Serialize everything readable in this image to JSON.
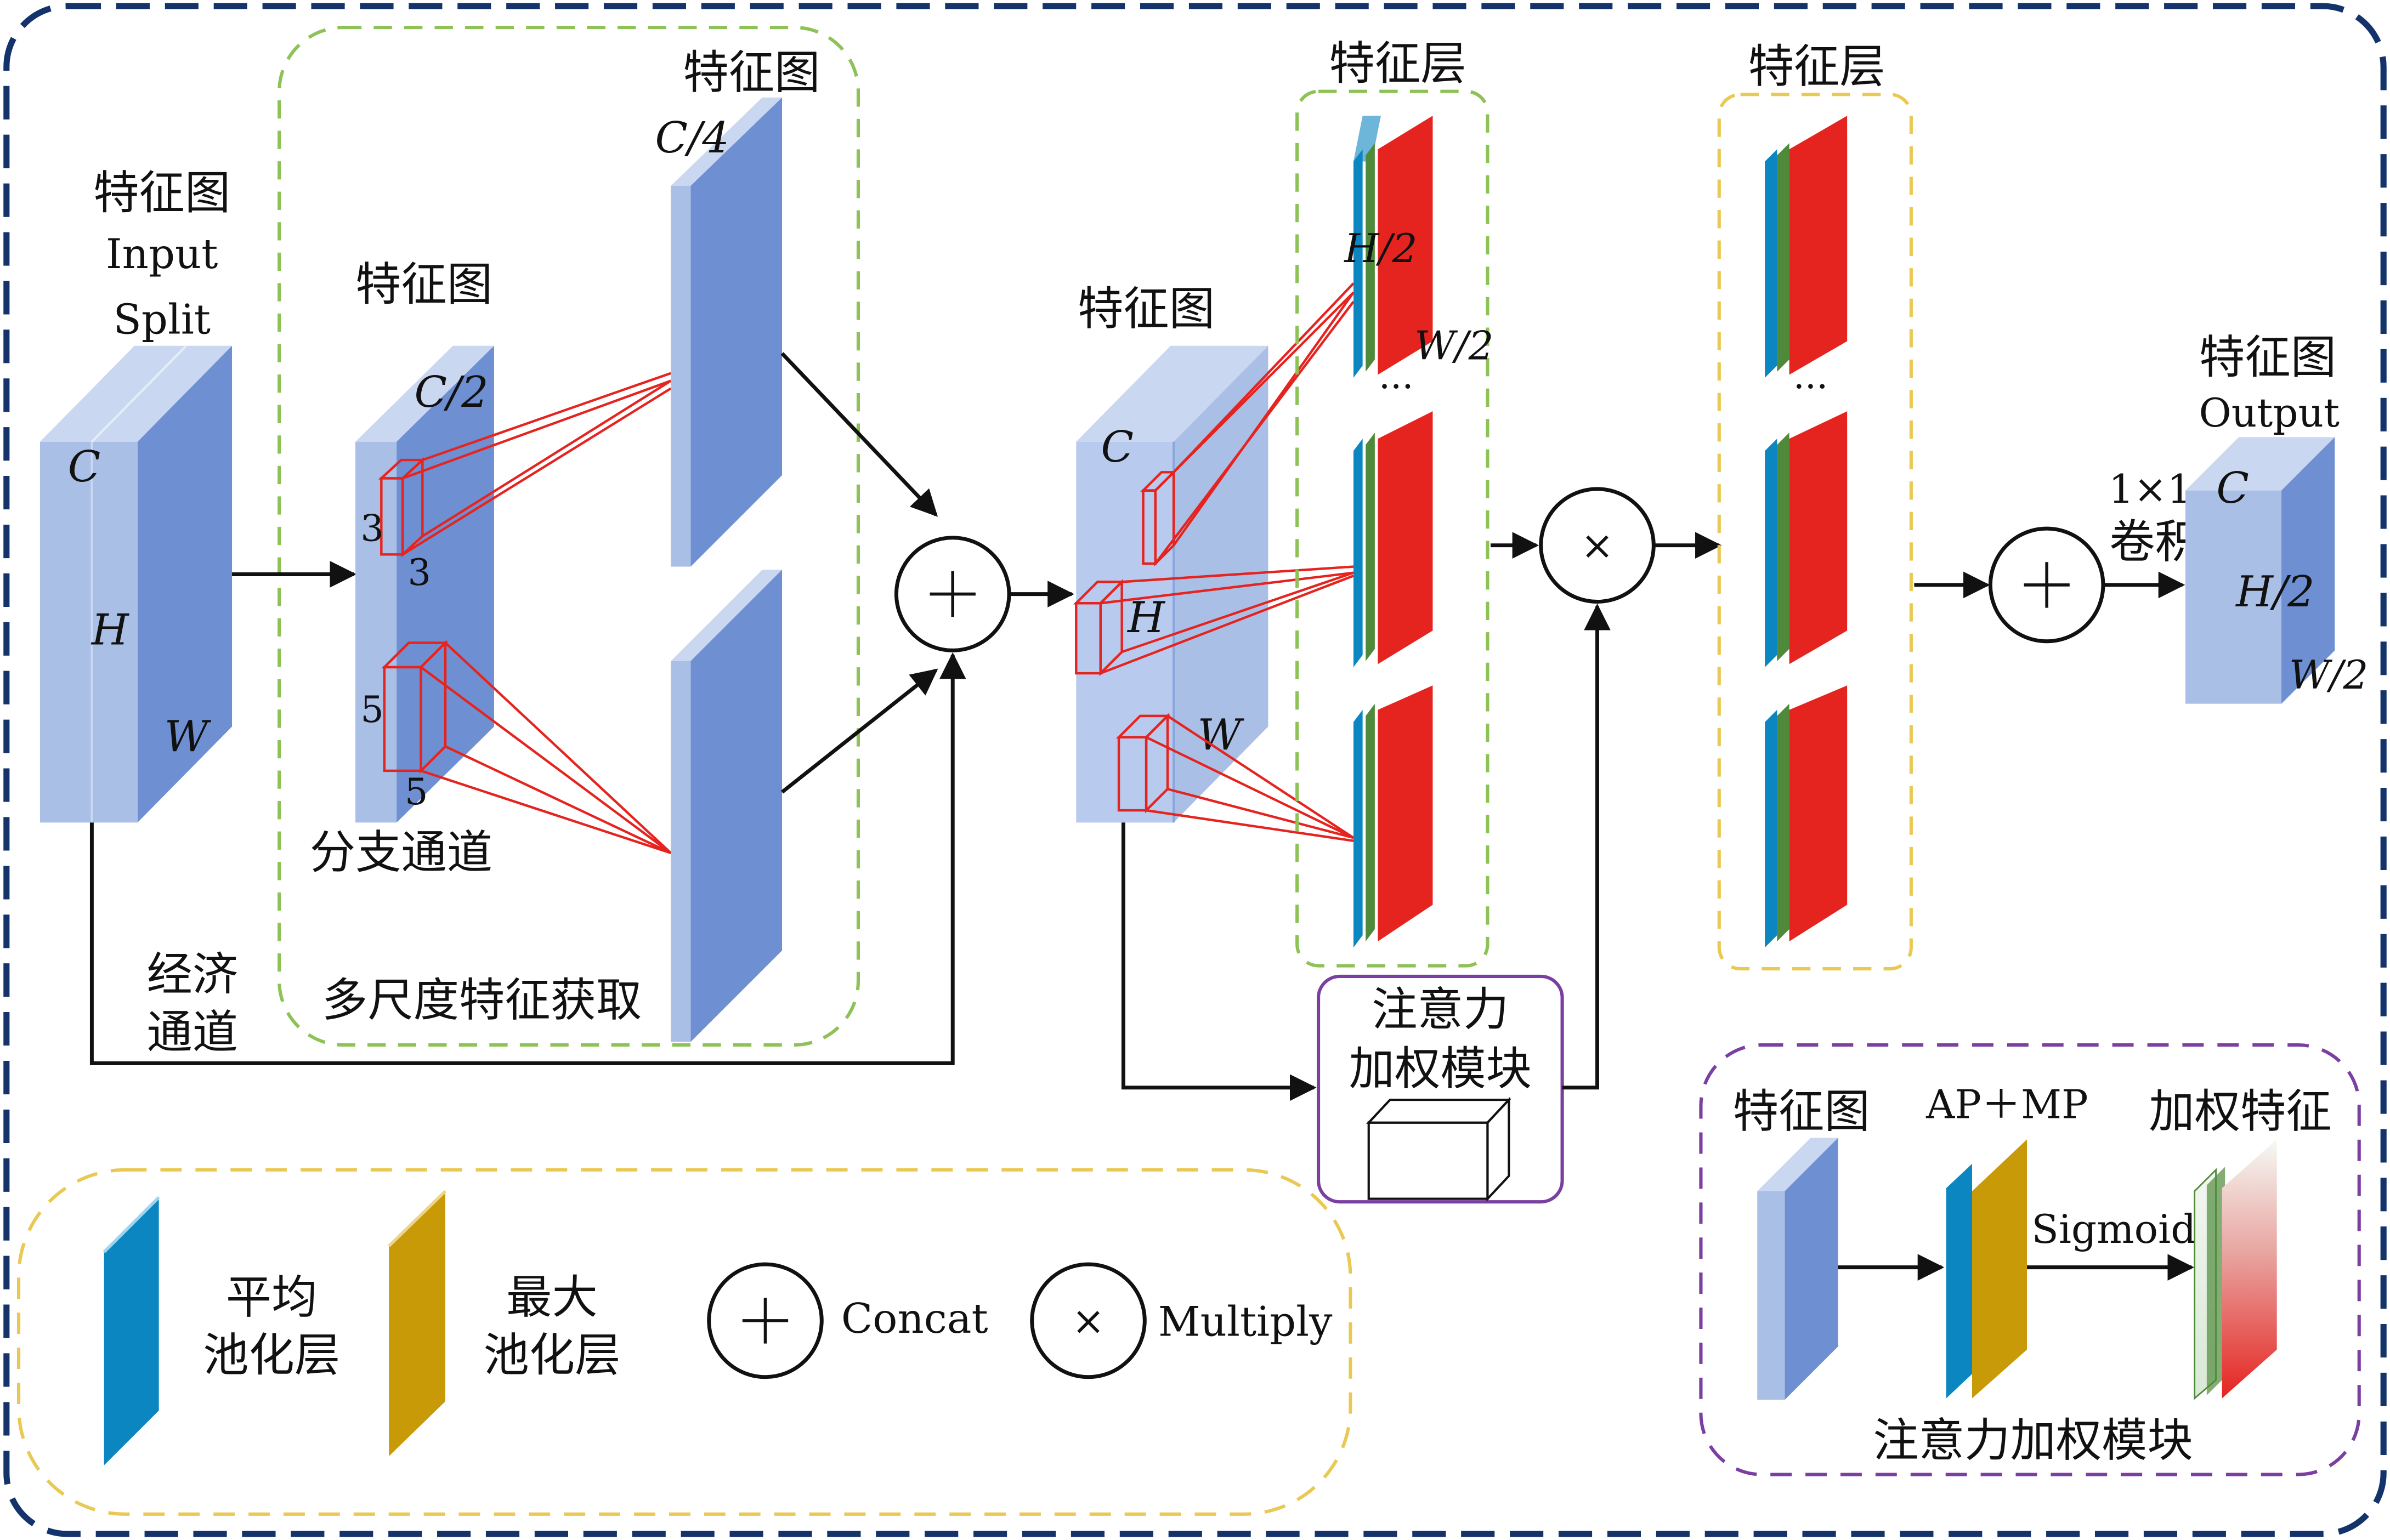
{
  "colors": {
    "outer_border": "#14336b",
    "blue_front": "#aabfe6",
    "blue_side": "#6e8fd1",
    "blue_top": "#cad7f0",
    "green_dash": "#8ec257",
    "yellow_dash": "#e9c954",
    "purple": "#7a3fa0",
    "red": "#e52420",
    "teal": "#0b86c0",
    "dark_green": "#4e8a3a",
    "gold": "#c99a07",
    "black": "#111111"
  },
  "labels": {
    "input_title": "特征图",
    "input_sub1": "Input",
    "input_sub2": "Split",
    "input_c": "C",
    "input_h": "H",
    "input_w": "W",
    "split_title": "特征图",
    "split_c2": "C/2",
    "k3a": "3",
    "k3b": "3",
    "k5a": "5",
    "k5b": "5",
    "branch_channel": "分支通道",
    "multiscale": "多尺度特征获取",
    "top_feature_title": "特征图",
    "top_c4": "C/4",
    "econ1": "经济",
    "econ2": "通道",
    "mid_title": "特征图",
    "mid_c": "C",
    "mid_h": "H",
    "mid_w": "W",
    "layers1_title": "特征层",
    "h2": "H/2",
    "w2": "W/2",
    "ellipsis1": "···",
    "attn_box1": "注意力",
    "attn_box2": "加权模块",
    "multiply_sym": "×",
    "layers2_title": "特征层",
    "ellipsis2": "···",
    "out_title": "特征图",
    "out_sub": "Output",
    "conv_1x1": "1×1",
    "conv_label": "卷积",
    "out_c": "C",
    "out_h": "H/2",
    "out_w": "W/2",
    "legend_avg1": "平均",
    "legend_avg2": "池化层",
    "legend_max1": "最大",
    "legend_max2": "池化层",
    "legend_concat": "Concat",
    "legend_multiply": "Multiply",
    "inset_feature": "特征图",
    "inset_apmp": "AP＋MP",
    "inset_weighted": "加权特征",
    "inset_sigmoid": "Sigmoid",
    "inset_title": "注意力加权模块"
  }
}
